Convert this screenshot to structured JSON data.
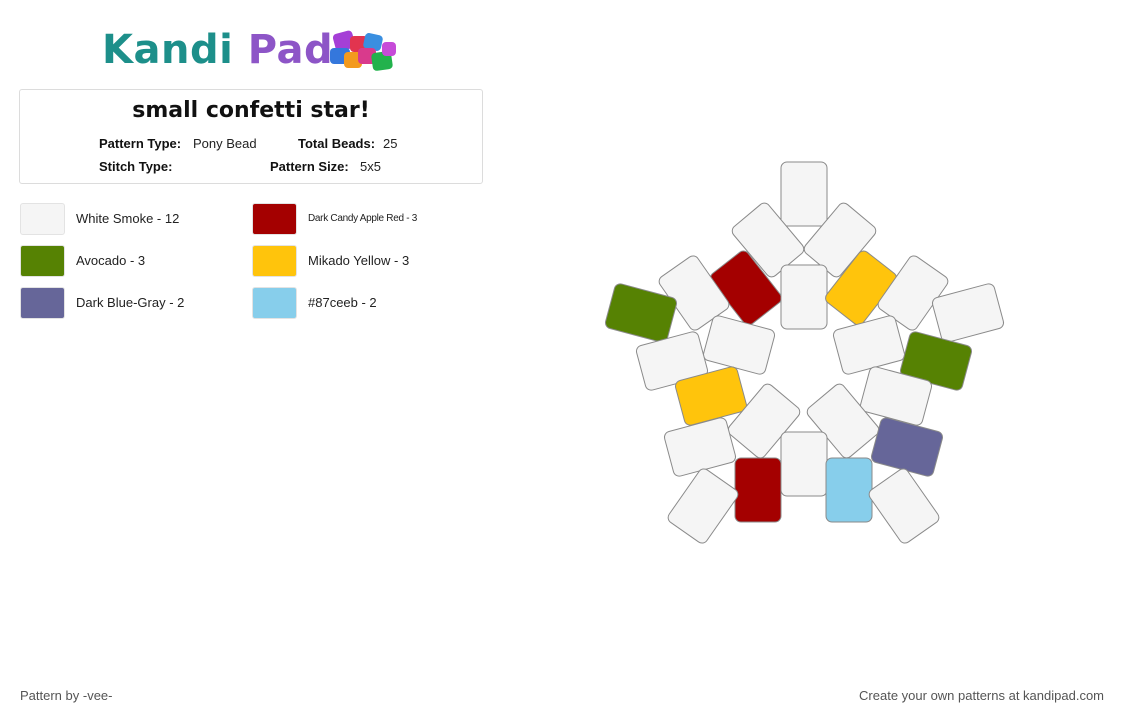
{
  "logo": {
    "part1": "Kandi",
    "part2": "Pad",
    "icon": "bead-pile-icon"
  },
  "pattern": {
    "title": "small confetti star!",
    "type_label": "Pattern Type:",
    "type_value": "Pony Bead",
    "total_label": "Total Beads:",
    "total_value": "25",
    "stitch_label": "Stitch Type:",
    "stitch_value": "",
    "size_label": "Pattern Size:",
    "size_value": "5x5"
  },
  "legend": [
    {
      "label": "White Smoke - 12",
      "color": "#f5f5f5"
    },
    {
      "label": "Avocado - 3",
      "color": "#568203"
    },
    {
      "label": "Dark Blue-Gray - 2",
      "color": "#666699"
    },
    {
      "label": "Dark Candy Apple Red - 3",
      "color": "#a40000"
    },
    {
      "label": "Mikado Yellow - 3",
      "color": "#ffc40c"
    },
    {
      "label": "#87ceeb - 2",
      "color": "#87ceeb"
    }
  ],
  "footer": {
    "author": "Pattern by -vee-",
    "cta": "Create your own patterns at kandipad.com"
  }
}
